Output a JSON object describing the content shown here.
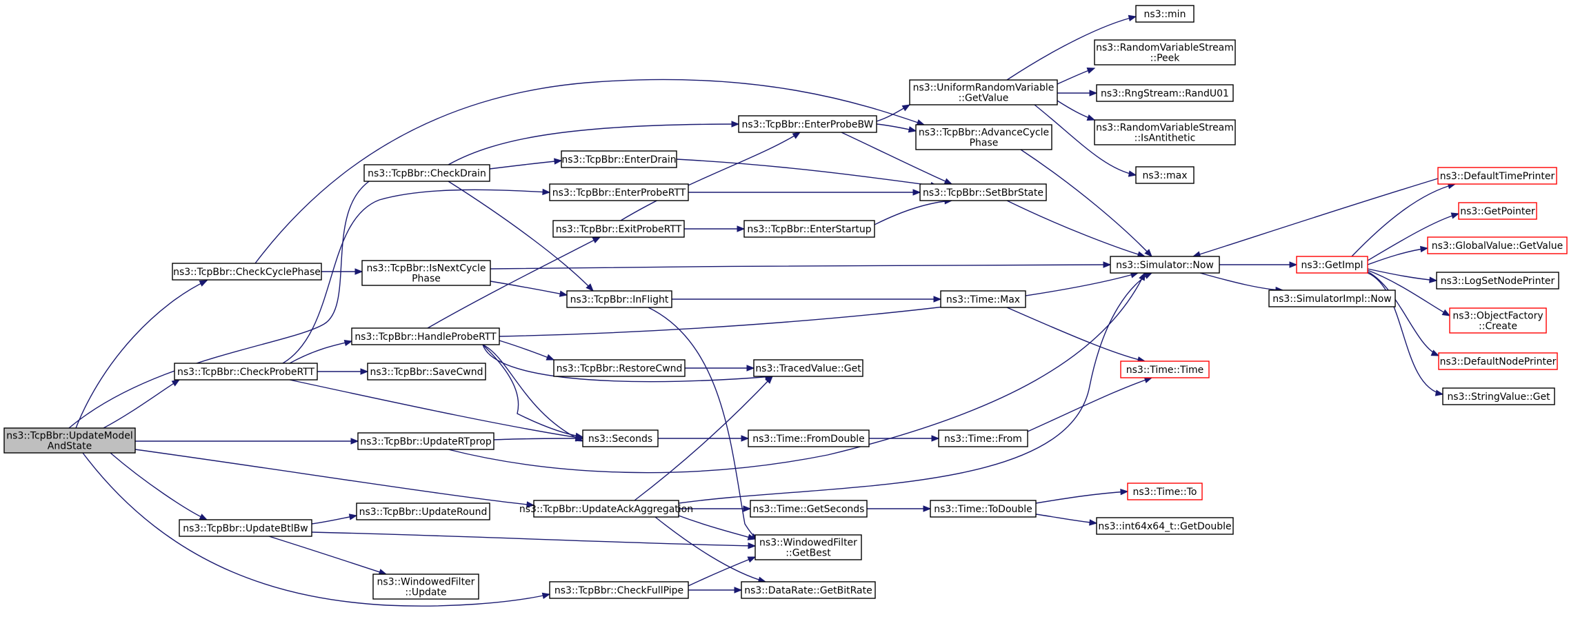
{
  "colors": {
    "edge": "#191970",
    "root_fill": "#bfbfbf",
    "truncated_border": "#ff0000",
    "border": "#000000"
  },
  "nodes": [
    {
      "id": "root",
      "lines": [
        "ns3::TcpBbr::UpdateModel",
        "AndState"
      ],
      "style": "root"
    },
    {
      "id": "checkCyclePhase",
      "lines": [
        "ns3::TcpBbr::CheckCyclePhase"
      ]
    },
    {
      "id": "checkProbeRTT",
      "lines": [
        "ns3::TcpBbr::CheckProbeRTT"
      ]
    },
    {
      "id": "updateBtlBw",
      "lines": [
        "ns3::TcpBbr::UpdateBtlBw"
      ]
    },
    {
      "id": "checkDrain",
      "lines": [
        "ns3::TcpBbr::CheckDrain"
      ]
    },
    {
      "id": "isNextCyclePhase",
      "lines": [
        "ns3::TcpBbr::IsNextCycle",
        "Phase"
      ]
    },
    {
      "id": "handleProbeRTT",
      "lines": [
        "ns3::TcpBbr::HandleProbeRTT"
      ]
    },
    {
      "id": "saveCwnd",
      "lines": [
        "ns3::TcpBbr::SaveCwnd"
      ]
    },
    {
      "id": "updateRTprop",
      "lines": [
        "ns3::TcpBbr::UpdateRTprop"
      ]
    },
    {
      "id": "updateRound",
      "lines": [
        "ns3::TcpBbr::UpdateRound"
      ]
    },
    {
      "id": "wfUpdate",
      "lines": [
        "ns3::WindowedFilter",
        "::Update"
      ]
    },
    {
      "id": "enterProbeRTT",
      "lines": [
        "ns3::TcpBbr::EnterProbeRTT"
      ]
    },
    {
      "id": "exitProbeRTT",
      "lines": [
        "ns3::TcpBbr::ExitProbeRTT"
      ]
    },
    {
      "id": "enterDrain",
      "lines": [
        "ns3::TcpBbr::EnterDrain"
      ]
    },
    {
      "id": "inFlight",
      "lines": [
        "ns3::TcpBbr::InFlight"
      ]
    },
    {
      "id": "restoreCwnd",
      "lines": [
        "ns3::TcpBbr::RestoreCwnd"
      ]
    },
    {
      "id": "seconds",
      "lines": [
        "ns3::Seconds"
      ]
    },
    {
      "id": "updateAckAgg",
      "lines": [
        "ns3::TcpBbr::UpdateAckAggregation"
      ]
    },
    {
      "id": "checkFullPipe",
      "lines": [
        "ns3::TcpBbr::CheckFullPipe"
      ]
    },
    {
      "id": "enterProbeBW",
      "lines": [
        "ns3::TcpBbr::EnterProbeBW"
      ]
    },
    {
      "id": "enterStartup",
      "lines": [
        "ns3::TcpBbr::EnterStartup"
      ]
    },
    {
      "id": "tracedGet",
      "lines": [
        "ns3::TracedValue::Get"
      ]
    },
    {
      "id": "fromDouble",
      "lines": [
        "ns3::Time::FromDouble"
      ]
    },
    {
      "id": "getSeconds",
      "lines": [
        "ns3::Time::GetSeconds"
      ]
    },
    {
      "id": "wfGetBest",
      "lines": [
        "ns3::WindowedFilter",
        "::GetBest"
      ]
    },
    {
      "id": "getBitRate",
      "lines": [
        "ns3::DataRate::GetBitRate"
      ]
    },
    {
      "id": "urvGetValue",
      "lines": [
        "ns3::UniformRandomVariable",
        "::GetValue"
      ]
    },
    {
      "id": "advanceCycle",
      "lines": [
        "ns3::TcpBbr::AdvanceCycle",
        "Phase"
      ]
    },
    {
      "id": "setBbrState",
      "lines": [
        "ns3::TcpBbr::SetBbrState"
      ]
    },
    {
      "id": "timeMax",
      "lines": [
        "ns3::Time::Max"
      ]
    },
    {
      "id": "timeFrom",
      "lines": [
        "ns3::Time::From"
      ]
    },
    {
      "id": "toDouble",
      "lines": [
        "ns3::Time::ToDouble"
      ]
    },
    {
      "id": "min",
      "lines": [
        "ns3::min"
      ]
    },
    {
      "id": "peek",
      "lines": [
        "ns3::RandomVariableStream",
        "::Peek"
      ]
    },
    {
      "id": "randU01",
      "lines": [
        "ns3::RngStream::RandU01"
      ]
    },
    {
      "id": "isAntithetic",
      "lines": [
        "ns3::RandomVariableStream",
        "::IsAntithetic"
      ]
    },
    {
      "id": "max",
      "lines": [
        "ns3::max"
      ]
    },
    {
      "id": "simNow",
      "lines": [
        "ns3::Simulator::Now"
      ]
    },
    {
      "id": "timeTime",
      "lines": [
        "ns3::Time::Time"
      ],
      "style": "red"
    },
    {
      "id": "timeTo",
      "lines": [
        "ns3::Time::To"
      ],
      "style": "red"
    },
    {
      "id": "getDouble",
      "lines": [
        "ns3::int64x64_t::GetDouble"
      ]
    },
    {
      "id": "getImpl",
      "lines": [
        "ns3::GetImpl"
      ],
      "style": "red"
    },
    {
      "id": "simImplNow",
      "lines": [
        "ns3::SimulatorImpl::Now"
      ]
    },
    {
      "id": "defTimePrinter",
      "lines": [
        "ns3::DefaultTimePrinter"
      ],
      "style": "red"
    },
    {
      "id": "getPointer",
      "lines": [
        "ns3::GetPointer"
      ],
      "style": "red"
    },
    {
      "id": "globalValueGet",
      "lines": [
        "ns3::GlobalValue::GetValue"
      ],
      "style": "red"
    },
    {
      "id": "logSetNodePrinter",
      "lines": [
        "ns3::LogSetNodePrinter"
      ]
    },
    {
      "id": "objFactoryCreate",
      "lines": [
        "ns3::ObjectFactory",
        "::Create"
      ],
      "style": "red"
    },
    {
      "id": "defNodePrinter",
      "lines": [
        "ns3::DefaultNodePrinter"
      ],
      "style": "red"
    },
    {
      "id": "stringValueGet",
      "lines": [
        "ns3::StringValue::Get"
      ]
    }
  ]
}
